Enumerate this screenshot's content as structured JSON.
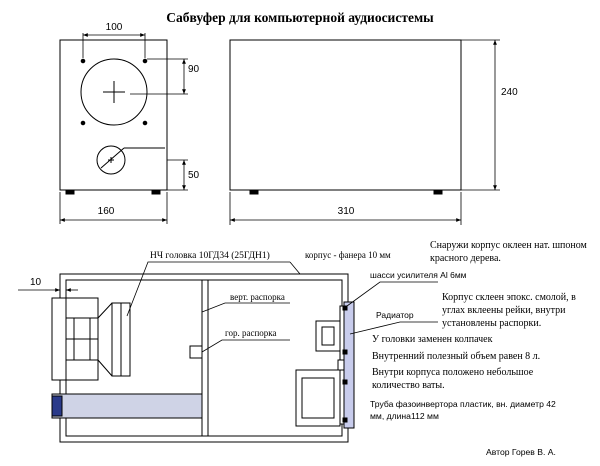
{
  "title": "Сабвуфер для компьютерной аудиосистемы",
  "front_view": {
    "dim_top": "100",
    "dim_right_upper": "90",
    "dim_right_lower": "50",
    "dim_bottom": "160"
  },
  "side_view": {
    "dim_height": "240",
    "dim_bottom": "310"
  },
  "section_view": {
    "dim_left": "10",
    "label_driver": "НЧ головка 10ГД34 (25ГДН1)",
    "label_body": "корпус - фанера 10 мм",
    "label_vert_brace": "верт. распорка",
    "label_hor_brace": "гор. распорка",
    "label_chassis": "шасси усилителя Al 6мм",
    "label_radiator": "Радиатор"
  },
  "notes": {
    "outer": "Снаружи корпус оклеен нат. шпоном красного дерева.",
    "glue": "Корпус склеен эпокс. смолой, в углах вклеены рейки, внутри установлены распорки.",
    "cap": "У головки заменен колпачек",
    "volume": "Внутренний полезный объем равен 8 л.",
    "wool": "Внутри корпуса положено небольшое количество ваты.",
    "port": "Труба фазоинвертора пластик, вн. диаметр 42 мм, длина112 мм"
  },
  "author": "Автор Горев В. А."
}
